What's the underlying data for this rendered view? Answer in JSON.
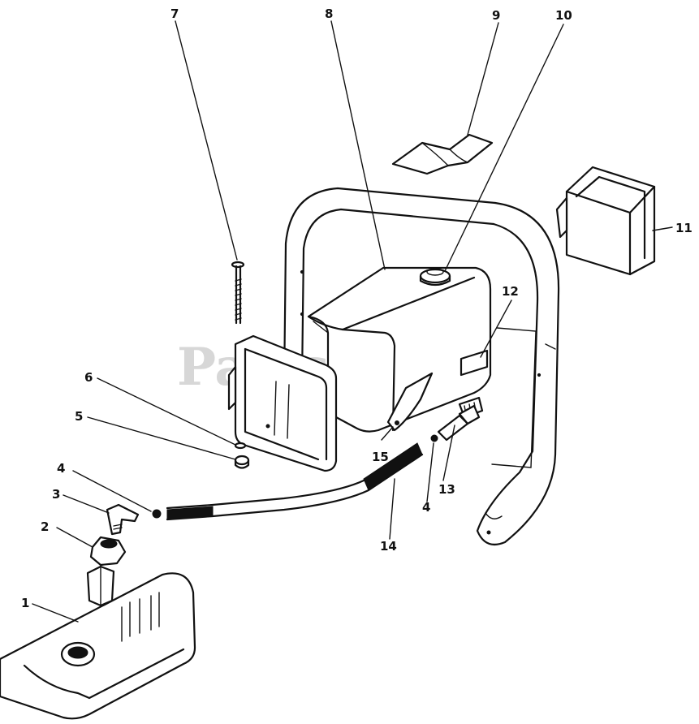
{
  "watermark": "PartsTree",
  "callouts": [
    {
      "id": "1",
      "label": "1"
    },
    {
      "id": "2",
      "label": "2"
    },
    {
      "id": "3",
      "label": "3"
    },
    {
      "id": "4a",
      "label": "4"
    },
    {
      "id": "4b",
      "label": "4"
    },
    {
      "id": "5",
      "label": "5"
    },
    {
      "id": "6",
      "label": "6"
    },
    {
      "id": "7",
      "label": "7"
    },
    {
      "id": "8",
      "label": "8"
    },
    {
      "id": "9",
      "label": "9"
    },
    {
      "id": "10",
      "label": "10"
    },
    {
      "id": "11",
      "label": "11"
    },
    {
      "id": "12",
      "label": "12"
    },
    {
      "id": "13",
      "label": "13"
    },
    {
      "id": "14",
      "label": "14"
    },
    {
      "id": "15",
      "label": "15"
    }
  ]
}
